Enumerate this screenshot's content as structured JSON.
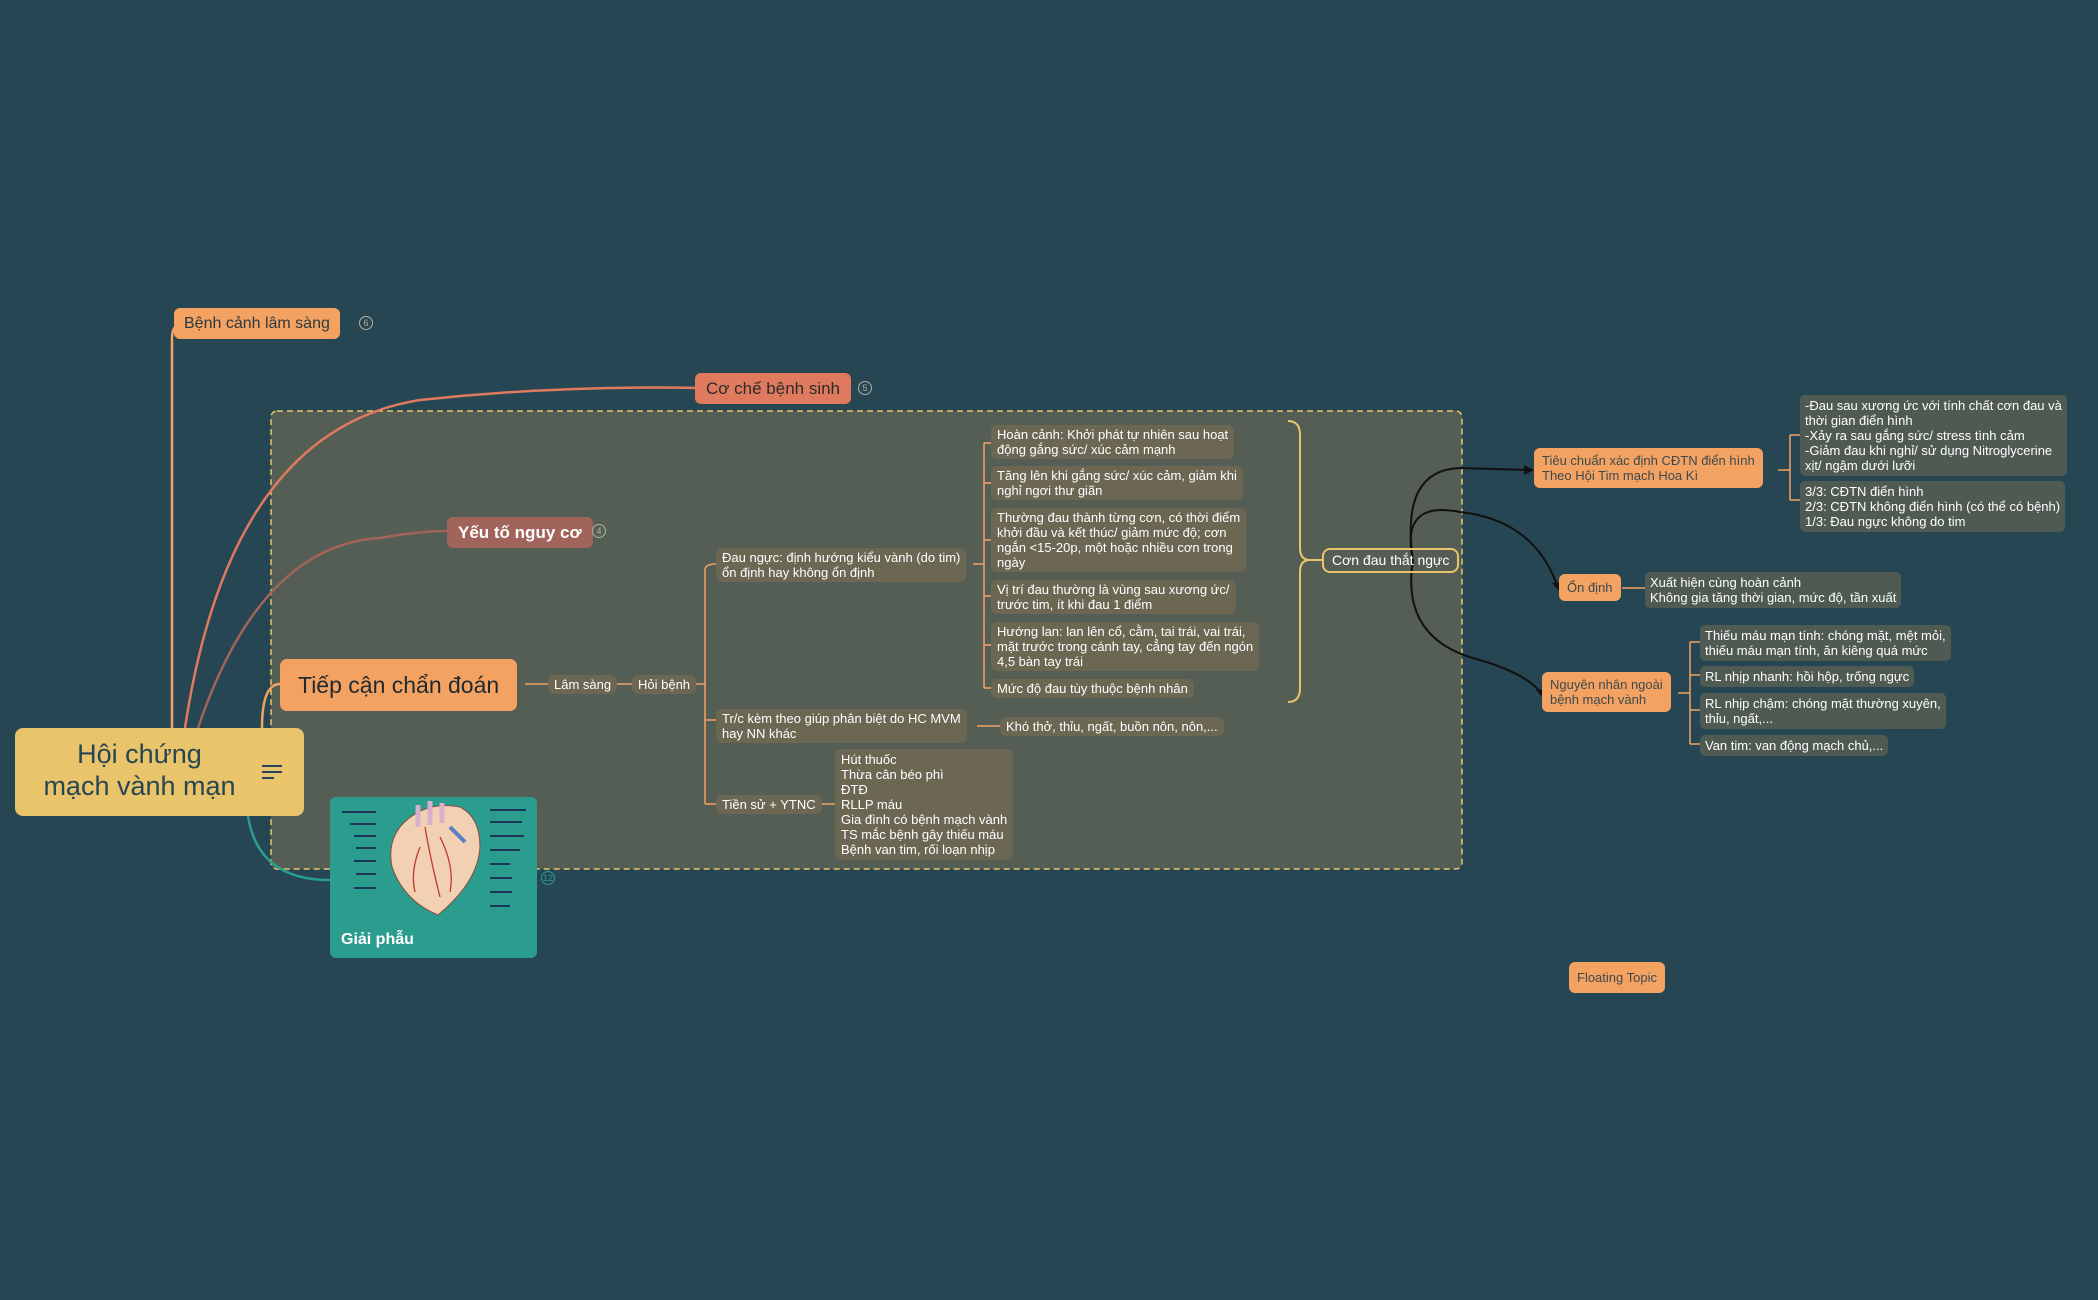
{
  "colors": {
    "background": "#264653",
    "boundary_fill": "#545e55",
    "boundary_border": "#e9c46a",
    "central_fill": "#e9c46a",
    "orange": "#f4a261",
    "salmon": "#e07a5f",
    "brown": "#a1645a",
    "teal": "#2a9d8f",
    "topic_dark": "#6b6753",
    "note_box": "#4f5a52"
  },
  "central": {
    "line1": "Hội chứng",
    "line2": "mạch vành mạn",
    "icon": "notes-icon"
  },
  "main_topics": {
    "benh_canh": {
      "label": "Bệnh cảnh lâm sàng",
      "badge": "6"
    },
    "co_che": {
      "label": "Cơ chế bệnh sinh",
      "badge": "5"
    },
    "yeu_to": {
      "label": "Yếu tố nguy cơ",
      "badge": "4"
    },
    "tiep_can": {
      "label": "Tiếp cận chẩn đoán"
    },
    "giai_phau": {
      "label": "Giải phẫu",
      "badge": "12",
      "image": "heart-anatomy-image"
    }
  },
  "diagnosis": {
    "lam_sang": "Lâm sàng",
    "hoi_benh": "Hỏi bệnh",
    "dau_nguc": {
      "line1": "Đau ngực: định hướng kiểu vành (do tim)",
      "line2": "ổn định hay không ổn định"
    },
    "dau_nguc_details": [
      {
        "lines": [
          "Hoàn cảnh: Khởi phát tự nhiên sau hoạt",
          "động gắng sức/ xúc cảm mạnh"
        ]
      },
      {
        "lines": [
          "Tăng lên khi gắng sức/ xúc cảm, giảm khi",
          "nghỉ ngơi thư giãn"
        ]
      },
      {
        "lines": [
          "Thường đau thành từng cơn, có thời điểm",
          "khởi đầu và kết thúc/ giảm mức độ; cơn",
          "ngắn <15-20p, một hoặc nhiều cơn trong",
          "ngày"
        ]
      },
      {
        "lines": [
          "Vị trí đau thường là vùng sau xương ức/",
          "trước tim, ít khi đau 1 điểm"
        ]
      },
      {
        "lines": [
          "Hướng lan: lan lên cổ, cằm, tai trái, vai trái,",
          "mặt trước trong cánh tay, cẳng tay đến ngón",
          "4,5 bàn tay trái"
        ]
      },
      {
        "lines": [
          "Mức độ đau tùy thuộc bệnh nhân"
        ]
      }
    ],
    "trc_kem": {
      "line1": "Tr/c kèm theo giúp phân biệt do HC MVM",
      "line2": "hay NN khác"
    },
    "trc_kem_detail": "Khó thở, thỉu, ngất, buồn nôn, nôn,...",
    "tien_su": "Tiền sử + YTNC",
    "tien_su_list": [
      "Hút thuốc",
      "Thừa cân béo phì",
      "ĐTĐ",
      "RLLP máu",
      "Gia đình có bệnh mạch vành",
      "TS mắc bệnh gây thiếu máu",
      "Bệnh van tim, rối loạn nhịp"
    ]
  },
  "summary": {
    "label": "Cơn đau thắt ngực"
  },
  "right_side": {
    "tieu_chuan": {
      "line1": "Tiêu chuẩn xác định CĐTN điển hình",
      "line2": "Theo Hội Tim mạch Hoa Kì"
    },
    "tieu_chuan_notes": [
      "-Đau sau xương ức với tính chất cơn đau và",
      "thời gian điển hình",
      "-Xảy ra sau gắng sức/ stress tình cảm",
      "-Giảm đau khi nghỉ/ sử dụng Nitroglycerine",
      "xịt/ ngậm dưới lưỡi"
    ],
    "tieu_chuan_results": [
      "3/3: CĐTN điển hình",
      "2/3: CĐTN không điển hình (có thể có bệnh)",
      "1/3: Đau ngực không do tim"
    ],
    "on_dinh": {
      "label": "Ổn định"
    },
    "on_dinh_notes": [
      "Xuất hiện cùng hoàn cảnh",
      "Không gia tăng thời gian, mức độ, tần xuất"
    ],
    "nguyen_nhan": {
      "line1": "Nguyên nhân ngoài",
      "line2": "bệnh mạch vành"
    },
    "nguyen_nhan_items": [
      {
        "lines": [
          "Thiếu máu mạn tính: chóng mặt, mệt mỏi,",
          "thiếu máu mạn tính, ăn kiêng quá mức"
        ]
      },
      {
        "lines": [
          "RL nhịp nhanh: hồi hộp, trống ngực"
        ]
      },
      {
        "lines": [
          "RL nhịp chậm: chóng mặt thường xuyên,",
          "thỉu, ngất,..."
        ]
      },
      {
        "lines": [
          "Van tim: van động mạch chủ,..."
        ]
      }
    ]
  },
  "floating_topic": "Floating Topic"
}
